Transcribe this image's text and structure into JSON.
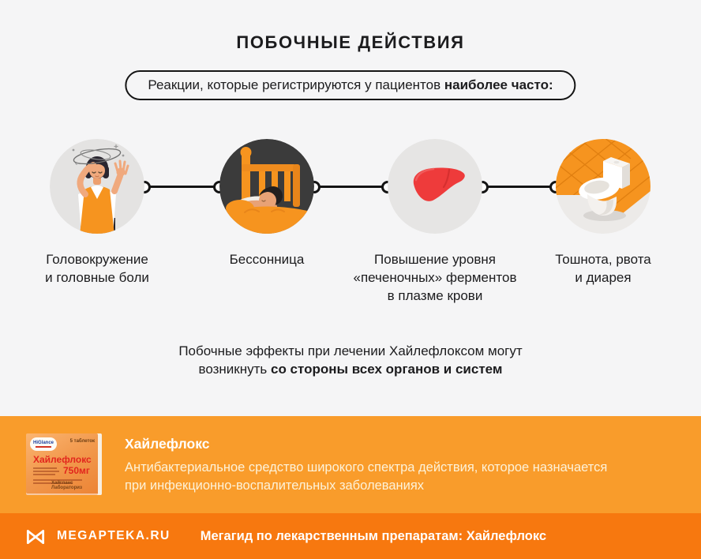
{
  "title": "ПОБОЧНЫЕ ДЕЙСТВИЯ",
  "subtitle": {
    "regular": "Реакции, которые регистрируются у пациентов ",
    "bold": "наиболее часто:"
  },
  "effects": [
    {
      "id": "dizziness",
      "label": "Головокружение\nи головные боли"
    },
    {
      "id": "insomnia",
      "label": "Бессонница"
    },
    {
      "id": "liver-enzymes",
      "label": "Повышение уровня\n«печеночных» ферментов\nв плазме крови"
    },
    {
      "id": "nausea-vomiting-diarrhea",
      "label": "Тошнота, рвота\nи диарея"
    }
  ],
  "note": {
    "line1": "Побочные эффекты при лечении Хайлефлоксом могут",
    "line2_regular": "возникнуть ",
    "line2_bold": "со стороны всех органов и систем"
  },
  "product": {
    "name": "Хайлефлокс",
    "description_line1": "Антибактериальное средство широкого спектра действия, которое назначается",
    "description_line2": "при инфекционно-воспалительных заболеваниях",
    "box": {
      "brand": "HiGlance",
      "count": "5 таблеток",
      "name": "Хайлефлокс",
      "dose": "750мг",
      "manufacturer": "Хайгланс Лабораториз"
    }
  },
  "footer": {
    "brand": "MEGAPTEKA.RU",
    "tagline": "Мегагид по лекарственным препаратам: Хайлефлокс"
  },
  "colors": {
    "background": "#F5F5F6",
    "text": "#1C1C1E",
    "accent_orange": "#F6941F",
    "panel_orange": "#F99C2B",
    "footer_orange": "#F7780F",
    "liver_red": "#EE3B3B",
    "circle_gray": "#E4E3E2",
    "dark_circle": "#3B3B3B"
  }
}
